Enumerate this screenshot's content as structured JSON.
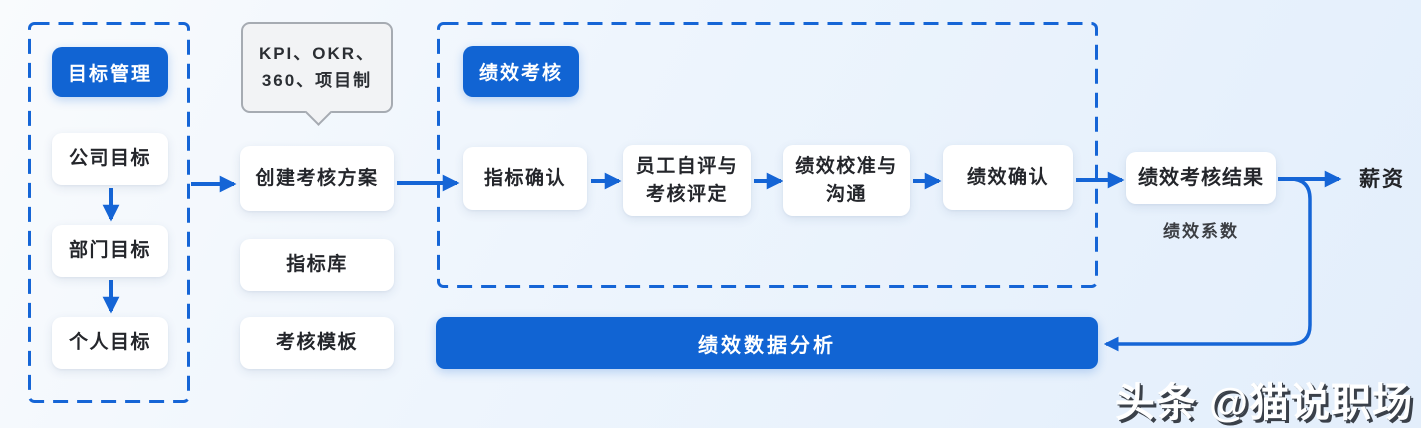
{
  "colors": {
    "accent_blue": "#1164d3",
    "card_background": "#ffffff",
    "card_text": "#24262b",
    "bubble_background": "#f2f3f5",
    "bubble_border": "#a6abb2",
    "sub_label_text": "#3b3e43"
  },
  "goal_management": {
    "title": "目标管理",
    "items": [
      {
        "label": "公司目标"
      },
      {
        "label": "部门目标"
      },
      {
        "label": "个人目标"
      }
    ]
  },
  "plan_column": {
    "bubble_note": "KPI、OKR、\n360、项目制",
    "cards": [
      {
        "label": "创建考核方案"
      },
      {
        "label": "指标库"
      },
      {
        "label": "考核模板"
      }
    ]
  },
  "assessment": {
    "title": "绩效考核",
    "steps": [
      {
        "label": "指标确认"
      },
      {
        "label": "员工自评与\n考核评定"
      },
      {
        "label": "绩效校准与\n沟通"
      },
      {
        "label": "绩效确认"
      }
    ]
  },
  "result": {
    "label": "绩效考核结果",
    "sub_label": "绩效系数",
    "salary_label": "薪资"
  },
  "analysis_bar": {
    "label": "绩效数据分析"
  },
  "watermark": "头条 @猫说职场"
}
